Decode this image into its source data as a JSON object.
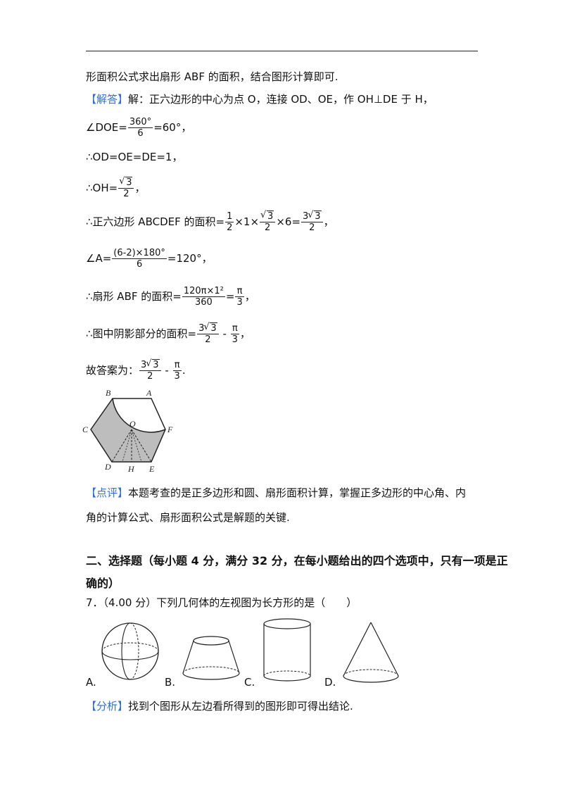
{
  "lines": {
    "l1": "形面积公式求出扇形 ABF 的面积，结合图形计算即可.",
    "l2_tag": "【解答】",
    "l2": "解：正六边形的中心为点 O，连接 OD、OE，作 OH⊥DE 于 H，",
    "l3_pre": "∠DOE=",
    "l3_num": "360°",
    "l3_den": "6",
    "l3_post": "=60°，",
    "l4": "∴OD=OE=DE=1，",
    "l5_pre": "∴OH=",
    "l5_rad": "3",
    "l5_den": "2",
    "l5_post": "，",
    "l6_pre": "∴正六边形 ABCDEF 的面积=",
    "l6_n1": "1",
    "l6_d1": "2",
    "l6_mid1": "×1×",
    "l6_rad": "3",
    "l6_d2": "2",
    "l6_mid2": "×6=",
    "l6_c": "3",
    "l6_rad2": "3",
    "l6_d3": "2",
    "l6_post": "，",
    "l7_pre": "∠A=",
    "l7_num": "(6-2)×180°",
    "l7_den": "6",
    "l7_post": "=120°，",
    "l8_pre": "∴扇形 ABF 的面积=",
    "l8_num": "120π×1²",
    "l8_den": "360",
    "l8_eq": "=",
    "l8_n2": "π",
    "l8_d2": "3",
    "l8_post": "，",
    "l9_pre": "∴图中阴影部分的面积=",
    "l9_c": "3",
    "l9_rad": "3",
    "l9_d1": "2",
    "l9_minus": " - ",
    "l9_n2": "π",
    "l9_d2": "3",
    "l9_post": "，",
    "l10_pre": "故答案为：",
    "l10_c": "3",
    "l10_rad": "3",
    "l10_d1": "2",
    "l10_minus": " - ",
    "l10_n2": "π",
    "l10_d2": "3",
    "l10_post": ".",
    "review_tag": "【点评】",
    "review1": "本题考查的是正多边形和圆、扇形面积计算，掌握正多边形的中心角、内",
    "review2": "角的计算公式、扇形面积公式是解题的关键.",
    "section1": "二、选择题（每小题 4 分，满分 32 分，在每小题给出的四个选项中，只有一项是正",
    "section2": "确的）",
    "q7": "7．（4.00 分）下列几何体的左视图为长方形的是（　　）",
    "analysis_tag": "【分析】",
    "analysis": "找到个图形从左边看所得到的图形即可得出结论."
  },
  "hexagon_labels": {
    "A": "A",
    "B": "B",
    "C": "C",
    "D": "D",
    "E": "E",
    "F": "F",
    "O": "O",
    "H": "H"
  },
  "options": {
    "a": "A.",
    "b": "B.",
    "c": "C.",
    "d": "D."
  },
  "colors": {
    "accent": "#2f6fd6",
    "shade": "#bdbdbd"
  }
}
